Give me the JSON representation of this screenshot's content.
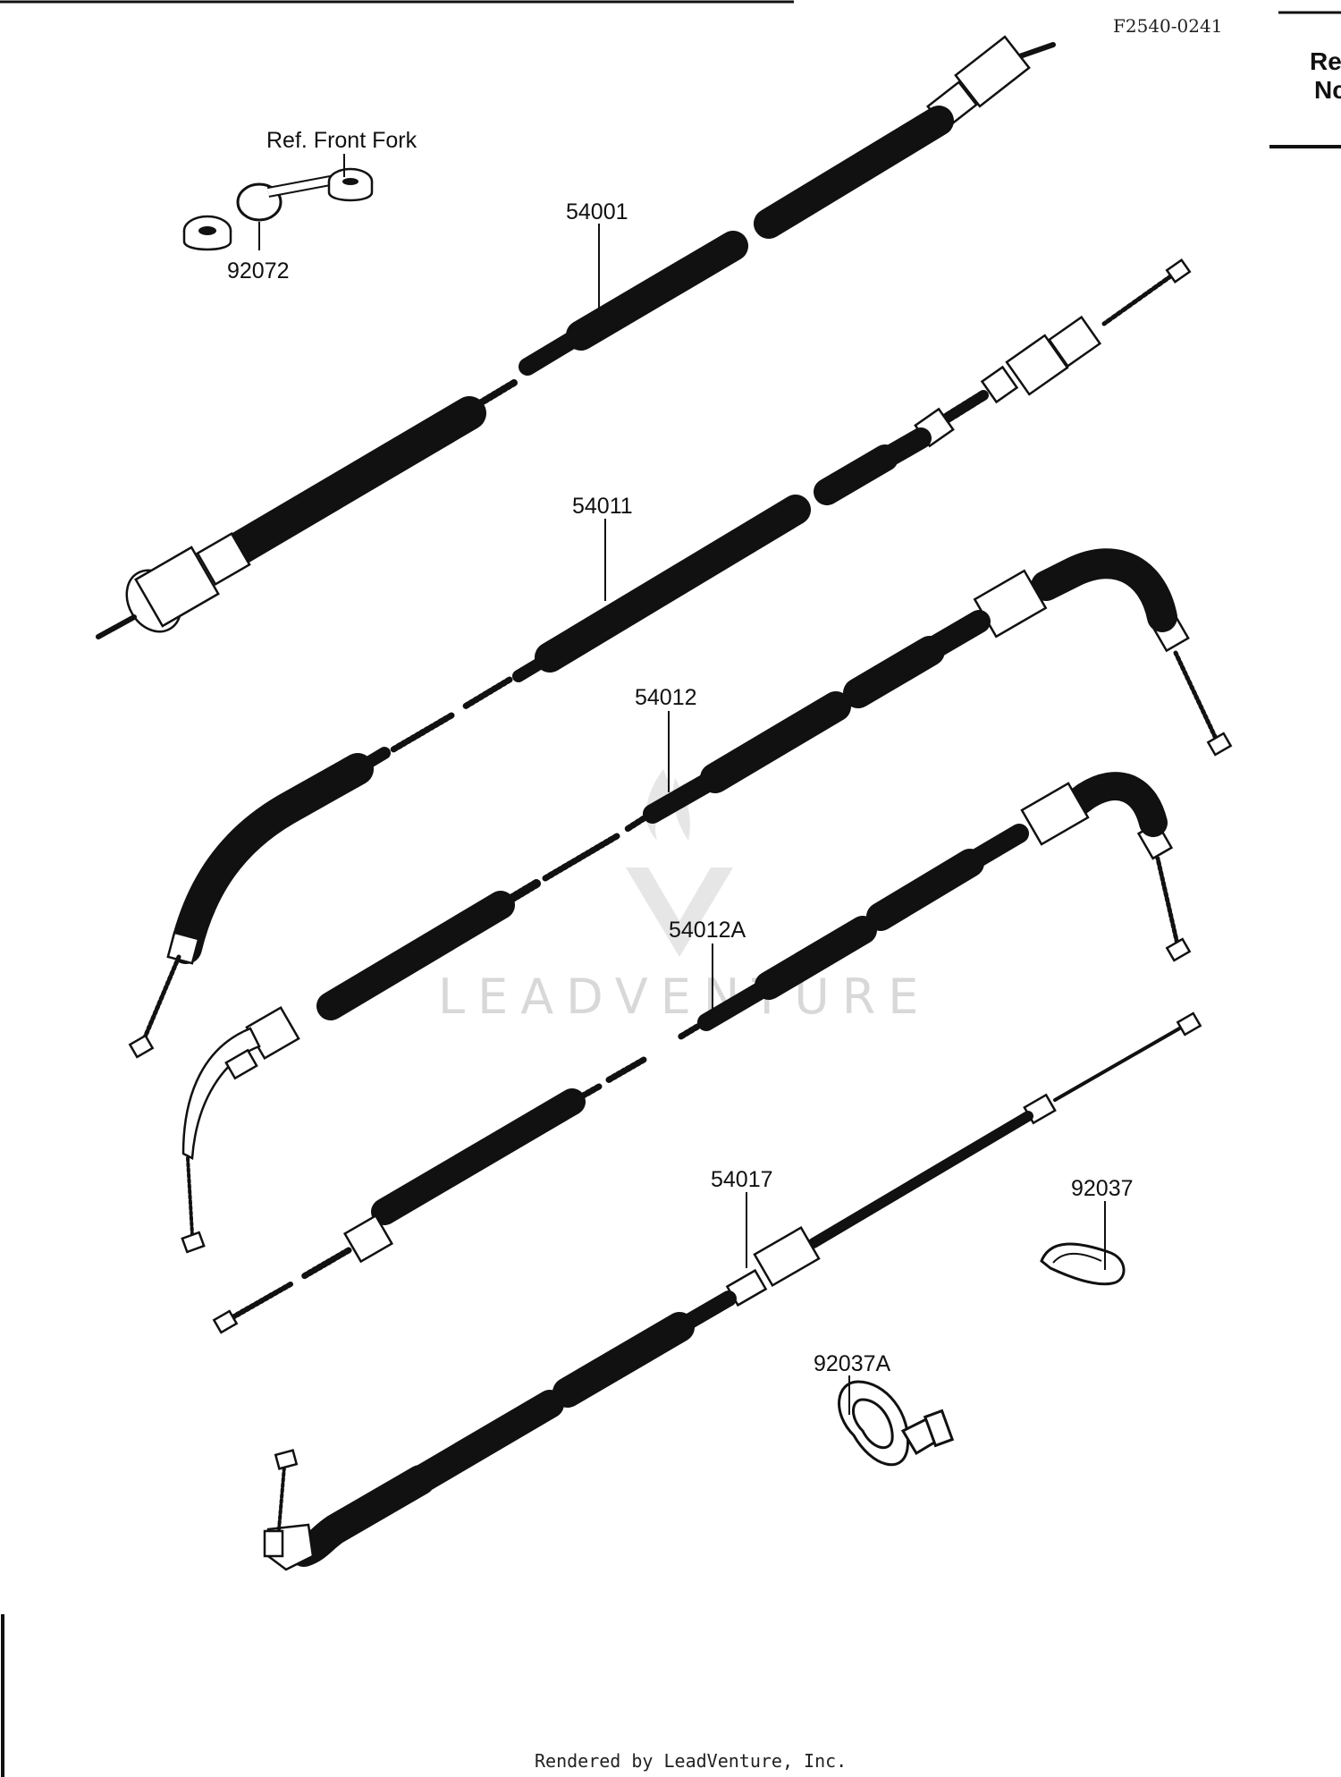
{
  "diagram_code": "F2540-0241",
  "header_fragment_line1": "Re",
  "header_fragment_line2": "Nc",
  "watermark": {
    "text": "LEADVENTURE",
    "logo_icon": "leadventure-flame-v-logo"
  },
  "footer_text": "Rendered by LeadVenture, Inc.",
  "parts": [
    {
      "id": "ref-front-fork",
      "label": "Ref. Front Fork"
    },
    {
      "id": "92072",
      "label": "92072"
    },
    {
      "id": "54001",
      "label": "54001"
    },
    {
      "id": "54011",
      "label": "54011"
    },
    {
      "id": "54012",
      "label": "54012"
    },
    {
      "id": "54012A",
      "label": "54012A"
    },
    {
      "id": "54017",
      "label": "54017"
    },
    {
      "id": "92037",
      "label": "92037"
    },
    {
      "id": "92037A",
      "label": "92037A"
    }
  ],
  "colors": {
    "ink": "#111111",
    "watermark": "#d8d8d8",
    "background": "#ffffff"
  }
}
